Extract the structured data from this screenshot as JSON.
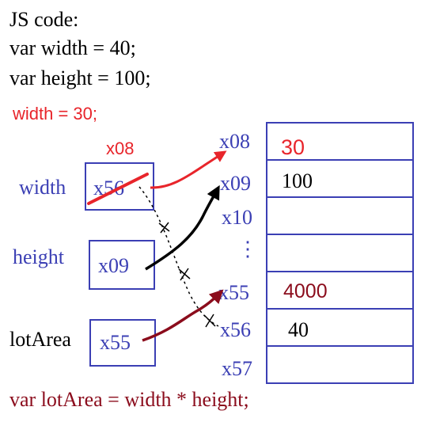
{
  "code": {
    "header": "JS code:",
    "line1": "var width = 40;",
    "line2": "var height = 100;",
    "reassign": "width = 30;",
    "final": "var lotArea = width * height;"
  },
  "variables": {
    "width": {
      "name": "width",
      "old_ref": "x56",
      "new_ref": "x08"
    },
    "height": {
      "name": "height",
      "ref": "x09"
    },
    "lotArea": {
      "name": "lotArea",
      "ref": "x55"
    }
  },
  "memory": {
    "addresses": [
      "x08",
      "x09",
      "x10",
      "⋮",
      "x55",
      "x56",
      "x57"
    ],
    "values": [
      "30",
      "100",
      "",
      "",
      "4000",
      "40",
      ""
    ]
  },
  "colors": {
    "blue": "#3b3fb4",
    "red": "#e8252b",
    "black": "#000000",
    "darkred": "#8b0c1c"
  }
}
